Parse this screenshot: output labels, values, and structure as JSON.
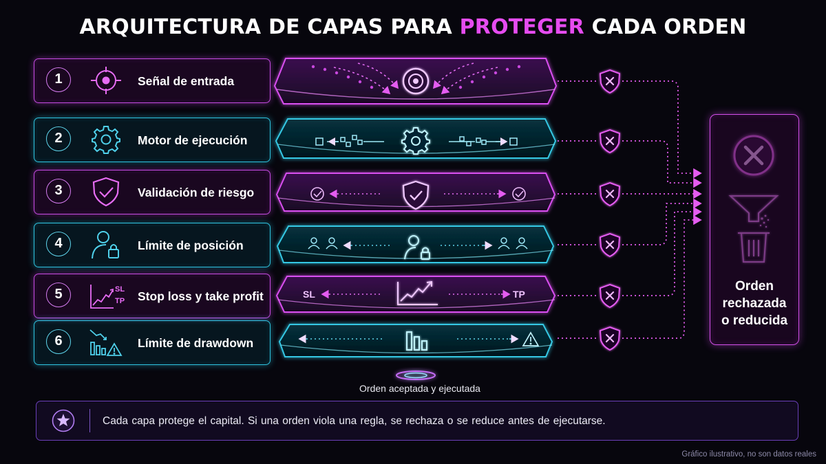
{
  "title": {
    "prefix": "ARQUITECTURA DE CAPAS PARA ",
    "accent": "PROTEGER",
    "suffix": " CADA ORDEN"
  },
  "layers": [
    {
      "number": "1",
      "label": "Señal de entrada",
      "icon": "target-icon",
      "color": "magenta"
    },
    {
      "number": "2",
      "label": "Motor de ejecución",
      "icon": "gear-icon",
      "color": "cyan"
    },
    {
      "number": "3",
      "label": "Validación de riesgo",
      "icon": "shield-check-icon",
      "color": "magenta"
    },
    {
      "number": "4",
      "label": "Límite de posición",
      "icon": "user-lock-icon",
      "color": "cyan"
    },
    {
      "number": "5",
      "label": "Stop loss y take profit",
      "icon": "sl-tp-chart-icon",
      "icon_sl": "SL",
      "icon_tp": "TP",
      "color": "magenta"
    },
    {
      "number": "6",
      "label": "Límite de drawdown",
      "icon": "drawdown-warning-icon",
      "color": "cyan"
    }
  ],
  "panels": {
    "sl_label": "SL",
    "tp_label": "TP"
  },
  "rejection_icon": "shield-x-icon",
  "outcome_box": {
    "line1": "Orden",
    "line2": "rechazada",
    "line3": "o reducida",
    "icons": [
      "x-circle-icon",
      "funnel-icon",
      "trash-icon"
    ]
  },
  "accepted_label": "Orden aceptada y ejecutada",
  "note": {
    "icon": "star-icon",
    "text": "Cada capa protege el capital. Si una orden viola una regla, se rechaza o se reduce antes de ejecutarse."
  },
  "footnote": "Gráfico ilustrativo, no son datos reales",
  "colors": {
    "background": "#07060d",
    "magenta": "#d94ff0",
    "cyan": "#35c8e4",
    "accent_title": "#e64cf0",
    "note_border": "#6a3fb8"
  }
}
